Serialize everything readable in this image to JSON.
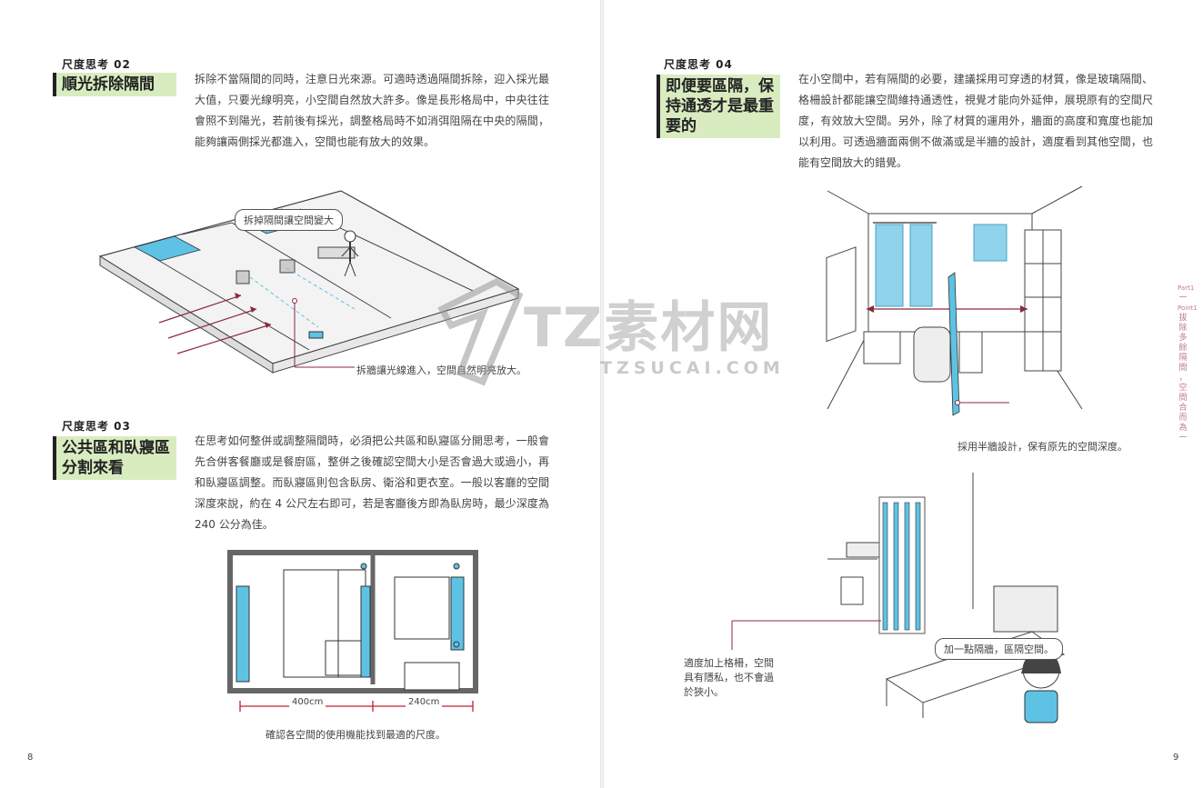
{
  "left_page": {
    "section02": {
      "kicker": "尺度思考 02",
      "title": "順光拆除隔間",
      "body": "拆除不當隔間的同時，注意日光來源。可適時透過隔間拆除，迎入採光最大值，只要光線明亮，小空間自然放大許多。像是長形格局中，中央往往會照不到陽光，若前後有採光，調整格局時不如消弭阻隔在中央的隔間，能夠讓兩側採光都進入，空間也能有放大的效果。",
      "bubble": "拆掉隔間讓空間變大",
      "caption": "拆牆讓光線進入，空間自然明亮放大。"
    },
    "section03": {
      "kicker": "尺度思考 03",
      "title_line1": "公共區和臥寢區",
      "title_line2": "分割來看",
      "body": "在思考如何整併或調整隔間時，必須把公共區和臥寢區分開思考，一般會先合併客餐廳或是餐廚區，整併之後確認空間大小是否會過大或過小，再和臥寢區調整。而臥寢區則包含臥房、衛浴和更衣室。一般以客廳的空間深度來說，約在 4 公尺左右即可，若是客廳後方即為臥房時，最少深度為 240 公分為佳。",
      "dim_left": "400cm",
      "dim_right": "240cm",
      "caption": "確認各空間的使用機能找到最適的尺度。"
    },
    "page_number": "8"
  },
  "right_page": {
    "section04": {
      "kicker": "尺度思考 04",
      "title_line1": "即便要區隔，保",
      "title_line2": "持通透才是最重",
      "title_line3": "要的",
      "body": "在小空間中，若有隔間的必要，建議採用可穿透的材質，像是玻璃隔間、格柵設計都能讓空間維持通透性，視覺才能向外延伸，展現原有的空間尺度，有效放大空間。另外，除了材質的運用外，牆面的高度和寬度也能加以利用。可透過牆面兩側不做滿或是半牆的設計，適度看到其他空間，也能有空間放大的錯覺。",
      "caption1": "採用半牆設計，保有原先的空間深度。",
      "bubble": "加一點隔牆，區隔空間。",
      "callout_line1": "適度加上格柵，空間",
      "callout_line2": "具有隱私，也不會過",
      "callout_line3": "於狹小。"
    },
    "side_nav": [
      "Part1",
      "一",
      "Point1",
      "拔",
      "除",
      "多",
      "餘",
      "隔",
      "間",
      "，",
      "空",
      "間",
      "合",
      "而",
      "為",
      "一"
    ],
    "page_number": "9"
  },
  "watermark": {
    "brand": "TZ素材网",
    "url": "TZSUCAI.COM"
  },
  "colors": {
    "title_bg": "#d8ecc0",
    "accent_blue": "#5ec2e4",
    "callout_red": "#8a2a3c",
    "nav_pink": "#c07c8c"
  }
}
